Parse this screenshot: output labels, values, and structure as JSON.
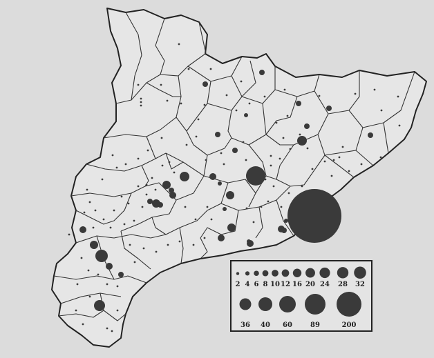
{
  "figure": {
    "type": "proportional-symbol map",
    "paper_color": "#dcdcdc",
    "land_color": "#e6e6e6",
    "border_color": "#333333",
    "symbol_color": "#3a3a3a"
  },
  "legend": {
    "row1": [
      {
        "value": 2,
        "label": "2"
      },
      {
        "value": 4,
        "label": "4"
      },
      {
        "value": 6,
        "label": "6"
      },
      {
        "value": 8,
        "label": "8"
      },
      {
        "value": 10,
        "label": "10"
      },
      {
        "value": 12,
        "label": "12"
      },
      {
        "value": 16,
        "label": "16"
      },
      {
        "value": 20,
        "label": "20"
      },
      {
        "value": 24,
        "label": "24"
      },
      {
        "value": 28,
        "label": "28"
      },
      {
        "value": 32,
        "label": "32"
      }
    ],
    "row2": [
      {
        "value": 36,
        "label": "36"
      },
      {
        "value": 40,
        "label": "40"
      },
      {
        "value": 60,
        "label": "60"
      },
      {
        "value": 89,
        "label": "89"
      },
      {
        "value": 200,
        "label": "200"
      }
    ]
  }
}
